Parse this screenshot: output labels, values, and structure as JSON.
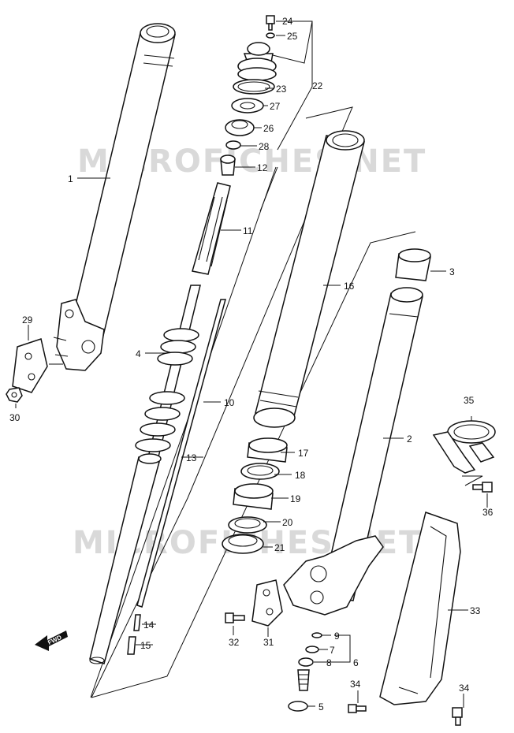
{
  "watermark": "MICROFICHES.NET",
  "fwd_label": "FWD",
  "callouts": [
    {
      "id": "c24",
      "text": "24"
    },
    {
      "id": "c25",
      "text": "25"
    },
    {
      "id": "c23",
      "text": "23"
    },
    {
      "id": "c22",
      "text": "22"
    },
    {
      "id": "c27",
      "text": "27"
    },
    {
      "id": "c26",
      "text": "26"
    },
    {
      "id": "c28",
      "text": "28"
    },
    {
      "id": "c12",
      "text": "12"
    },
    {
      "id": "c11",
      "text": "11"
    },
    {
      "id": "c1",
      "text": "1"
    },
    {
      "id": "c16",
      "text": "16"
    },
    {
      "id": "c3",
      "text": "3"
    },
    {
      "id": "c29",
      "text": "29"
    },
    {
      "id": "c4",
      "text": "4"
    },
    {
      "id": "c30",
      "text": "30"
    },
    {
      "id": "c10",
      "text": "10"
    },
    {
      "id": "c35",
      "text": "35"
    },
    {
      "id": "c2",
      "text": "2"
    },
    {
      "id": "c17",
      "text": "17"
    },
    {
      "id": "c13",
      "text": "13"
    },
    {
      "id": "c18",
      "text": "18"
    },
    {
      "id": "c19",
      "text": "19"
    },
    {
      "id": "c36",
      "text": "36"
    },
    {
      "id": "c20",
      "text": "20"
    },
    {
      "id": "c21",
      "text": "21"
    },
    {
      "id": "c33",
      "text": "33"
    },
    {
      "id": "c32",
      "text": "32"
    },
    {
      "id": "c31",
      "text": "31"
    },
    {
      "id": "c14",
      "text": "14"
    },
    {
      "id": "c9",
      "text": "9"
    },
    {
      "id": "c7",
      "text": "7"
    },
    {
      "id": "c15",
      "text": "15"
    },
    {
      "id": "c6",
      "text": "6"
    },
    {
      "id": "c8",
      "text": "8"
    },
    {
      "id": "c34a",
      "text": "34"
    },
    {
      "id": "c34b",
      "text": "34"
    },
    {
      "id": "c5",
      "text": "5"
    }
  ]
}
